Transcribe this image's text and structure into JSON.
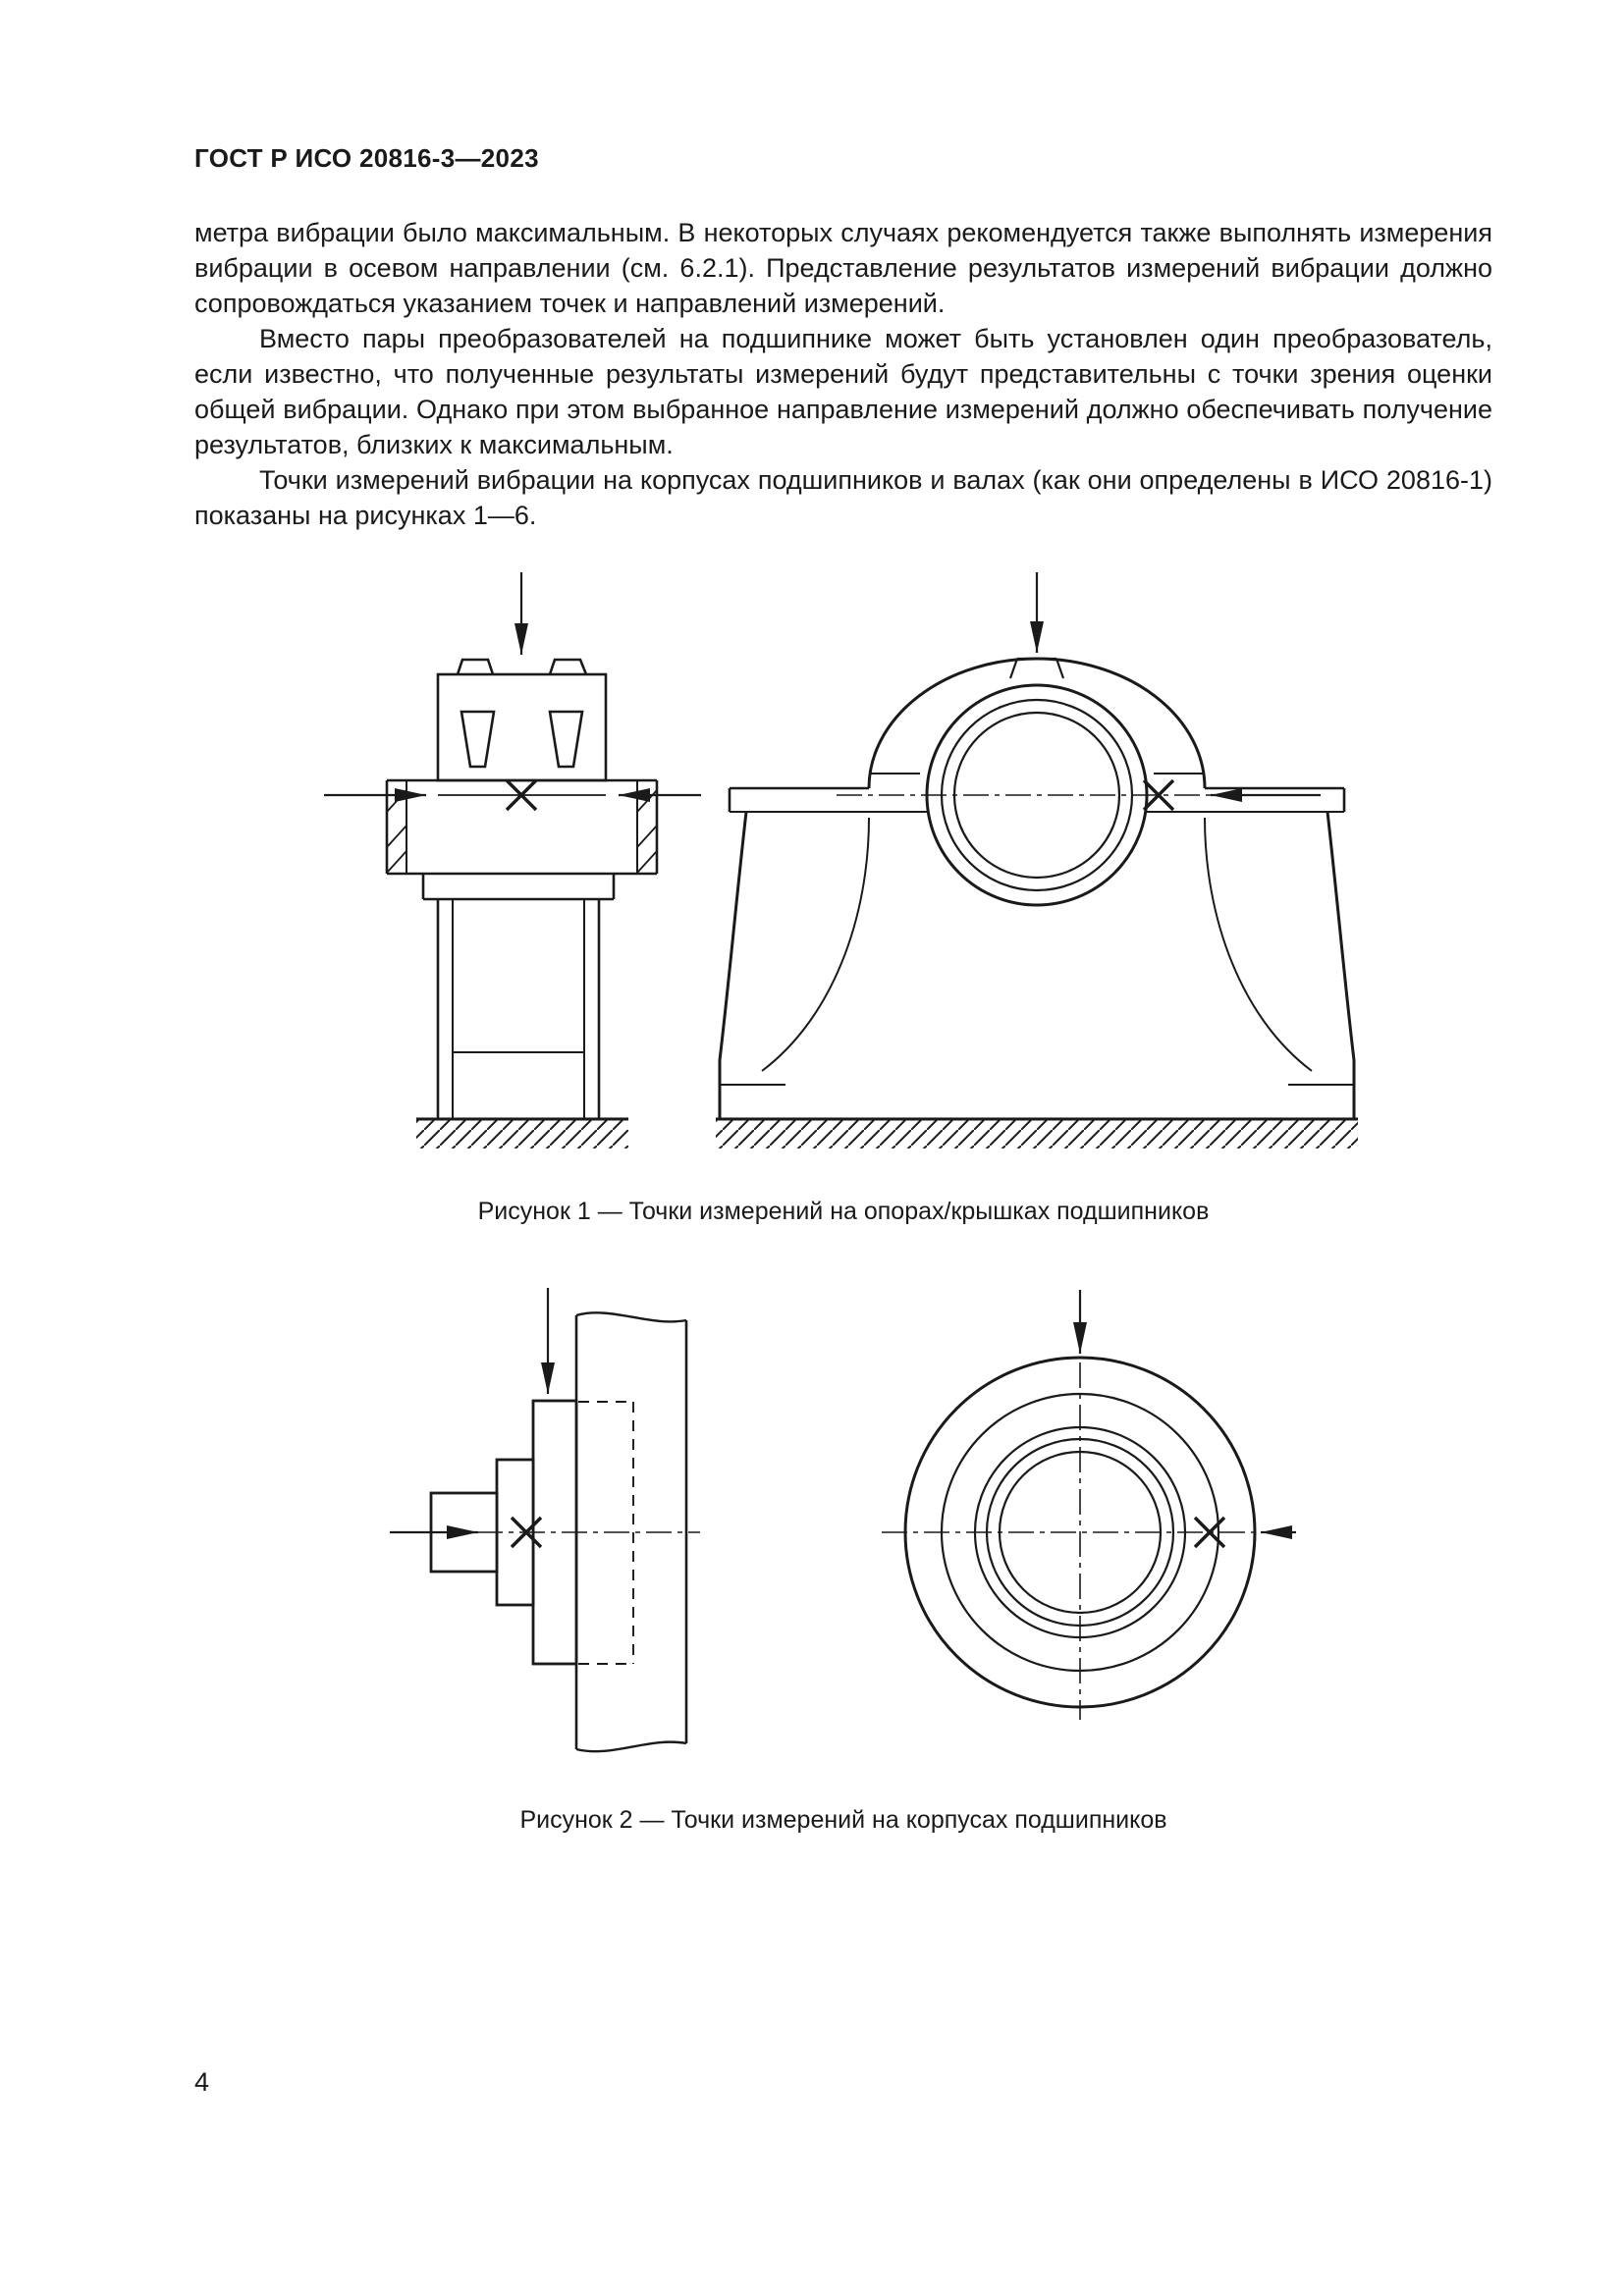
{
  "page": {
    "header": "ГОСТ Р ИСО 20816-3—2023",
    "page_number": "4"
  },
  "paragraphs": [
    {
      "indent": false,
      "text": "метра вибрации было максимальным. В некоторых случаях рекомендуется также выполнять измерения вибрации в осевом направлении (см. 6.2.1). Представление результатов измерений вибрации должно сопровождаться указанием точек и направлений измерений."
    },
    {
      "indent": true,
      "text": "Вместо пары преобразователей на подшипнике может быть установлен один преобразователь, если известно, что полученные результаты измерений будут представительны с точки зрения оценки общей вибрации. Однако при этом выбранное направление измерений должно обеспечивать получение результатов, близких к максимальным."
    },
    {
      "indent": true,
      "text": "Точки измерений вибрации на корпусах подшипников и валах (как они определены в ИСО 20816-1) показаны на рисунках 1—6."
    }
  ],
  "figures": [
    {
      "caption": "Рисунок 1 — Точки измерений на опорах/крышках подшипников"
    },
    {
      "caption": "Рисунок 2 — Точки измерений на корпусах подшипников"
    }
  ],
  "colors": {
    "ink": "#1a1a1a",
    "paper": "#ffffff"
  }
}
